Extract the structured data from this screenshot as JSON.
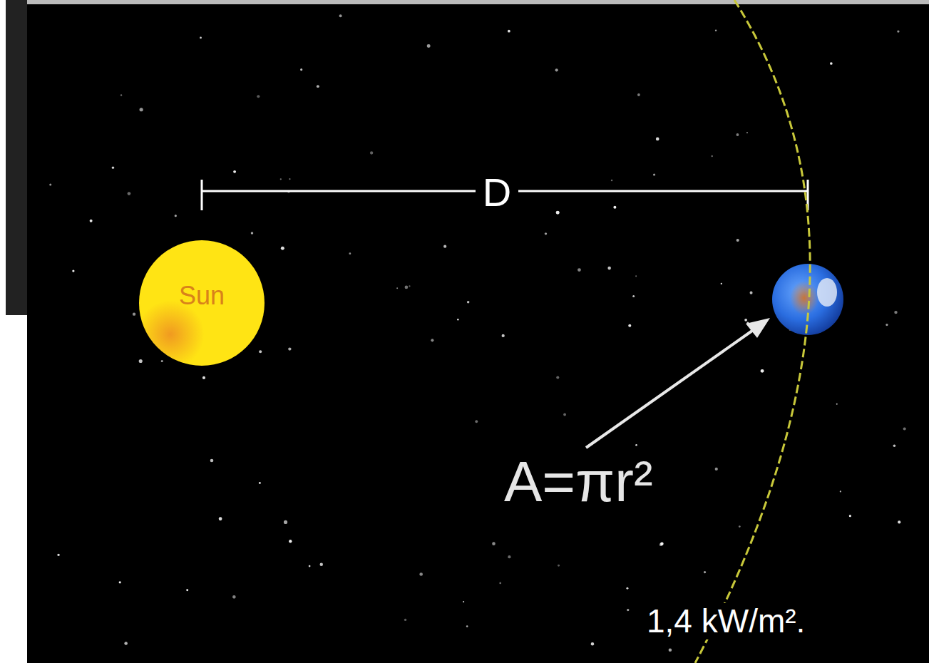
{
  "diagram": {
    "nodes": [
      {
        "text": [
          "Sun"
        ]
      }
    ],
    "labels": [
      "D",
      "A=πr²",
      "1,4 kW/m²."
    ]
  }
}
